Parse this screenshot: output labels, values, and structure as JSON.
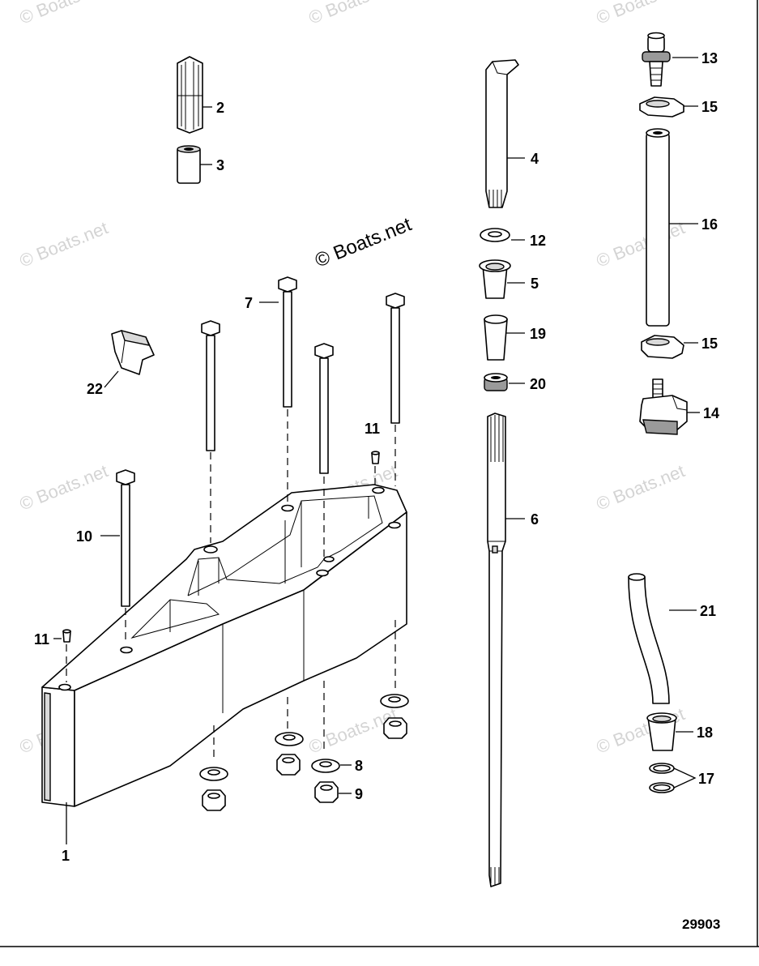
{
  "diagram": {
    "watermark": "© Boats.net",
    "document_number": "29903",
    "callouts": {
      "c1": "1",
      "c2": "2",
      "c3": "3",
      "c4": "4",
      "c5": "5",
      "c6": "6",
      "c7": "7",
      "c8": "8",
      "c9": "9",
      "c10": "10",
      "c11a": "11",
      "c11b": "11",
      "c12": "12",
      "c13": "13",
      "c14": "14",
      "c15a": "15",
      "c15b": "15",
      "c16": "16",
      "c17": "17",
      "c18": "18",
      "c19": "19",
      "c20": "20",
      "c21": "21",
      "c22": "22"
    }
  }
}
